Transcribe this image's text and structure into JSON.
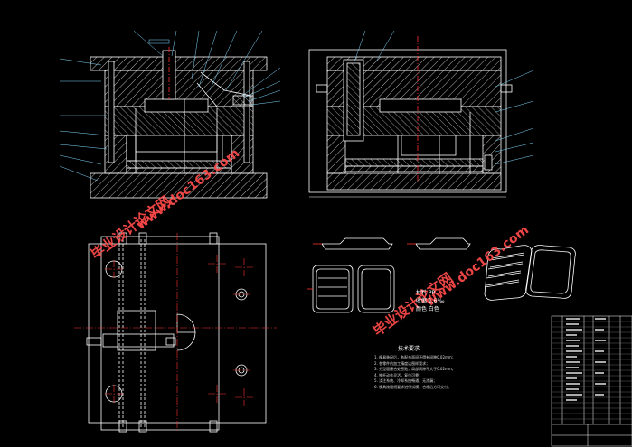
{
  "drawing": {
    "colors": {
      "background": "#000000",
      "outline": "#ffffff",
      "hatch": "#ffffff",
      "centerline": "#ff3030",
      "leader": "#7fd7ff",
      "watermark": "#ff4a4a",
      "title_block": "#ffffff"
    },
    "watermarks": {
      "left_text": "毕业设计论文网",
      "left_url": "www.doc163.com",
      "right_text": "毕业设计论文网",
      "right_url": "www.doc163.com"
    },
    "material_note": {
      "line1": "材料  PP",
      "line2": "收缩  1.6‰",
      "line3": "颜色  白色"
    },
    "technical_requirements": {
      "title": "技术要求",
      "items": [
        "1. 模具装配后，各配合面间不得有间隙0.02mm；",
        "2. 各零件的加工精度达图样要求；",
        "3. 分型面接合处密贴，局部间隙不大于0.02mm，",
        "4. 推杆动作灵活，复位可靠；",
        "5. 浇注系统、冷却系统畅通，无渗漏；",
        "6. 模具按图纸要求进行试模，合格后方可交付。"
      ]
    }
  }
}
